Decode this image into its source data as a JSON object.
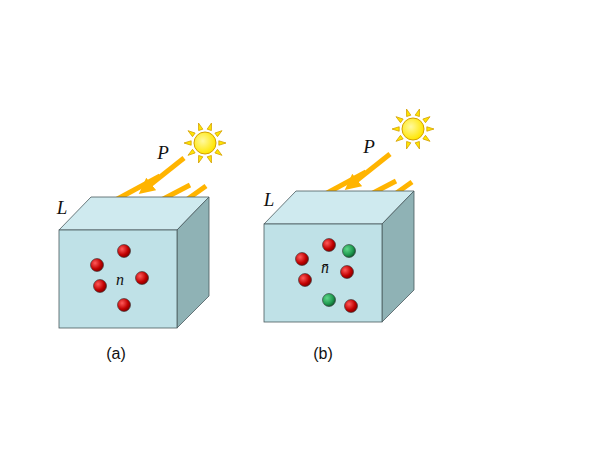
{
  "diagram": {
    "nodes": [
      {
        "text": [
          "n"
        ]
      },
      {
        "text": [
          "n̄"
        ]
      }
    ],
    "labels": [
      "L",
      "P",
      "(a)",
      "L",
      "P",
      "(b)"
    ]
  }
}
